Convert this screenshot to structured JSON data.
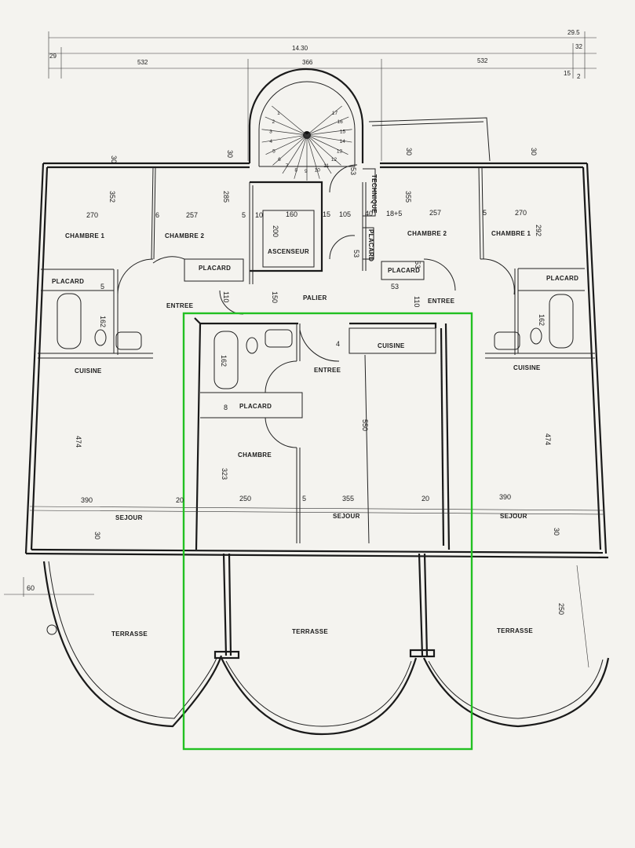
{
  "dimensions_top": {
    "total_width": "14.30",
    "top_right_a": "29.5",
    "left_edge": "29",
    "left_segment": "532",
    "middle_segment": "366",
    "right_segment": "532",
    "right_edge": "32",
    "right_small_a": "15",
    "right_small_b": "2"
  },
  "rooms": {
    "chambre1_left": "CHAMBRE 1",
    "chambre2_left": "CHAMBRE 2",
    "placard_left_small": "PLACARD",
    "placard_left_bath": "PLACARD",
    "entree_left": "ENTREE",
    "cuisine_left": "CUISINE",
    "sejour_left": "SEJOUR",
    "terrasse_left": "TERRASSE",
    "ascenseur": "ASCENSEUR",
    "palier": "PALIER",
    "technique": "TECHNIQUE",
    "placard_center_vertical": "PLACARD",
    "chambre2_right": "CHAMBRE 2",
    "chambre1_right": "CHAMBRE 1",
    "placard_right_a": "PLACARD",
    "placard_right_b": "PLACARD",
    "entree_right": "ENTREE",
    "cuisine_right": "CUISINE",
    "sejour_right": "SEJOUR",
    "terrasse_right": "TERRASSE",
    "entree_center": "ENTREE",
    "cuisine_center": "CUISINE",
    "placard_center": "PLACARD",
    "chambre_center": "CHAMBRE",
    "sejour_center": "SEJOUR",
    "terrasse_center": "TERRASSE"
  },
  "stair_steps": [
    "1",
    "2",
    "3",
    "4",
    "5",
    "6",
    "7",
    "8",
    "9",
    "10",
    "11",
    "12",
    "13",
    "14",
    "15",
    "16",
    "17"
  ],
  "dims": {
    "d30_a": "30",
    "d352": "352",
    "d270_l": "270",
    "d6_l": "6",
    "d257_l": "257",
    "d30_b": "30",
    "d285": "285",
    "d5_a": "5",
    "d10_a": "10",
    "d160": "160",
    "d15_a": "15",
    "d105": "105",
    "d40": "40",
    "d53_a": "53",
    "d53_b": "53",
    "d185": "18+5",
    "d257_r": "257",
    "d5_b": "5",
    "d270_r": "270",
    "d355": "355",
    "d30_c": "30",
    "d30_d": "30",
    "d292": "292",
    "d200": "200",
    "d53_c": "53",
    "d110_a": "110",
    "d150": "150",
    "d53_d": "53",
    "d110_b": "110",
    "d5_c": "5",
    "d4_a": "4",
    "d162_l": "162",
    "d162_c": "162",
    "d162_r": "162",
    "d8": "8",
    "d474_l": "474",
    "d474_r": "474",
    "d550": "550",
    "d323": "323",
    "d390_l": "390",
    "d20_l": "20",
    "d250": "250",
    "d5_d": "5",
    "d355_c": "355",
    "d20_r": "20",
    "d390_r": "390",
    "d30_e": "30",
    "d30_f": "30",
    "d60": "60",
    "d250_r": "250"
  },
  "highlight_color": "#22c022",
  "ink_color": "#1a1a1a"
}
